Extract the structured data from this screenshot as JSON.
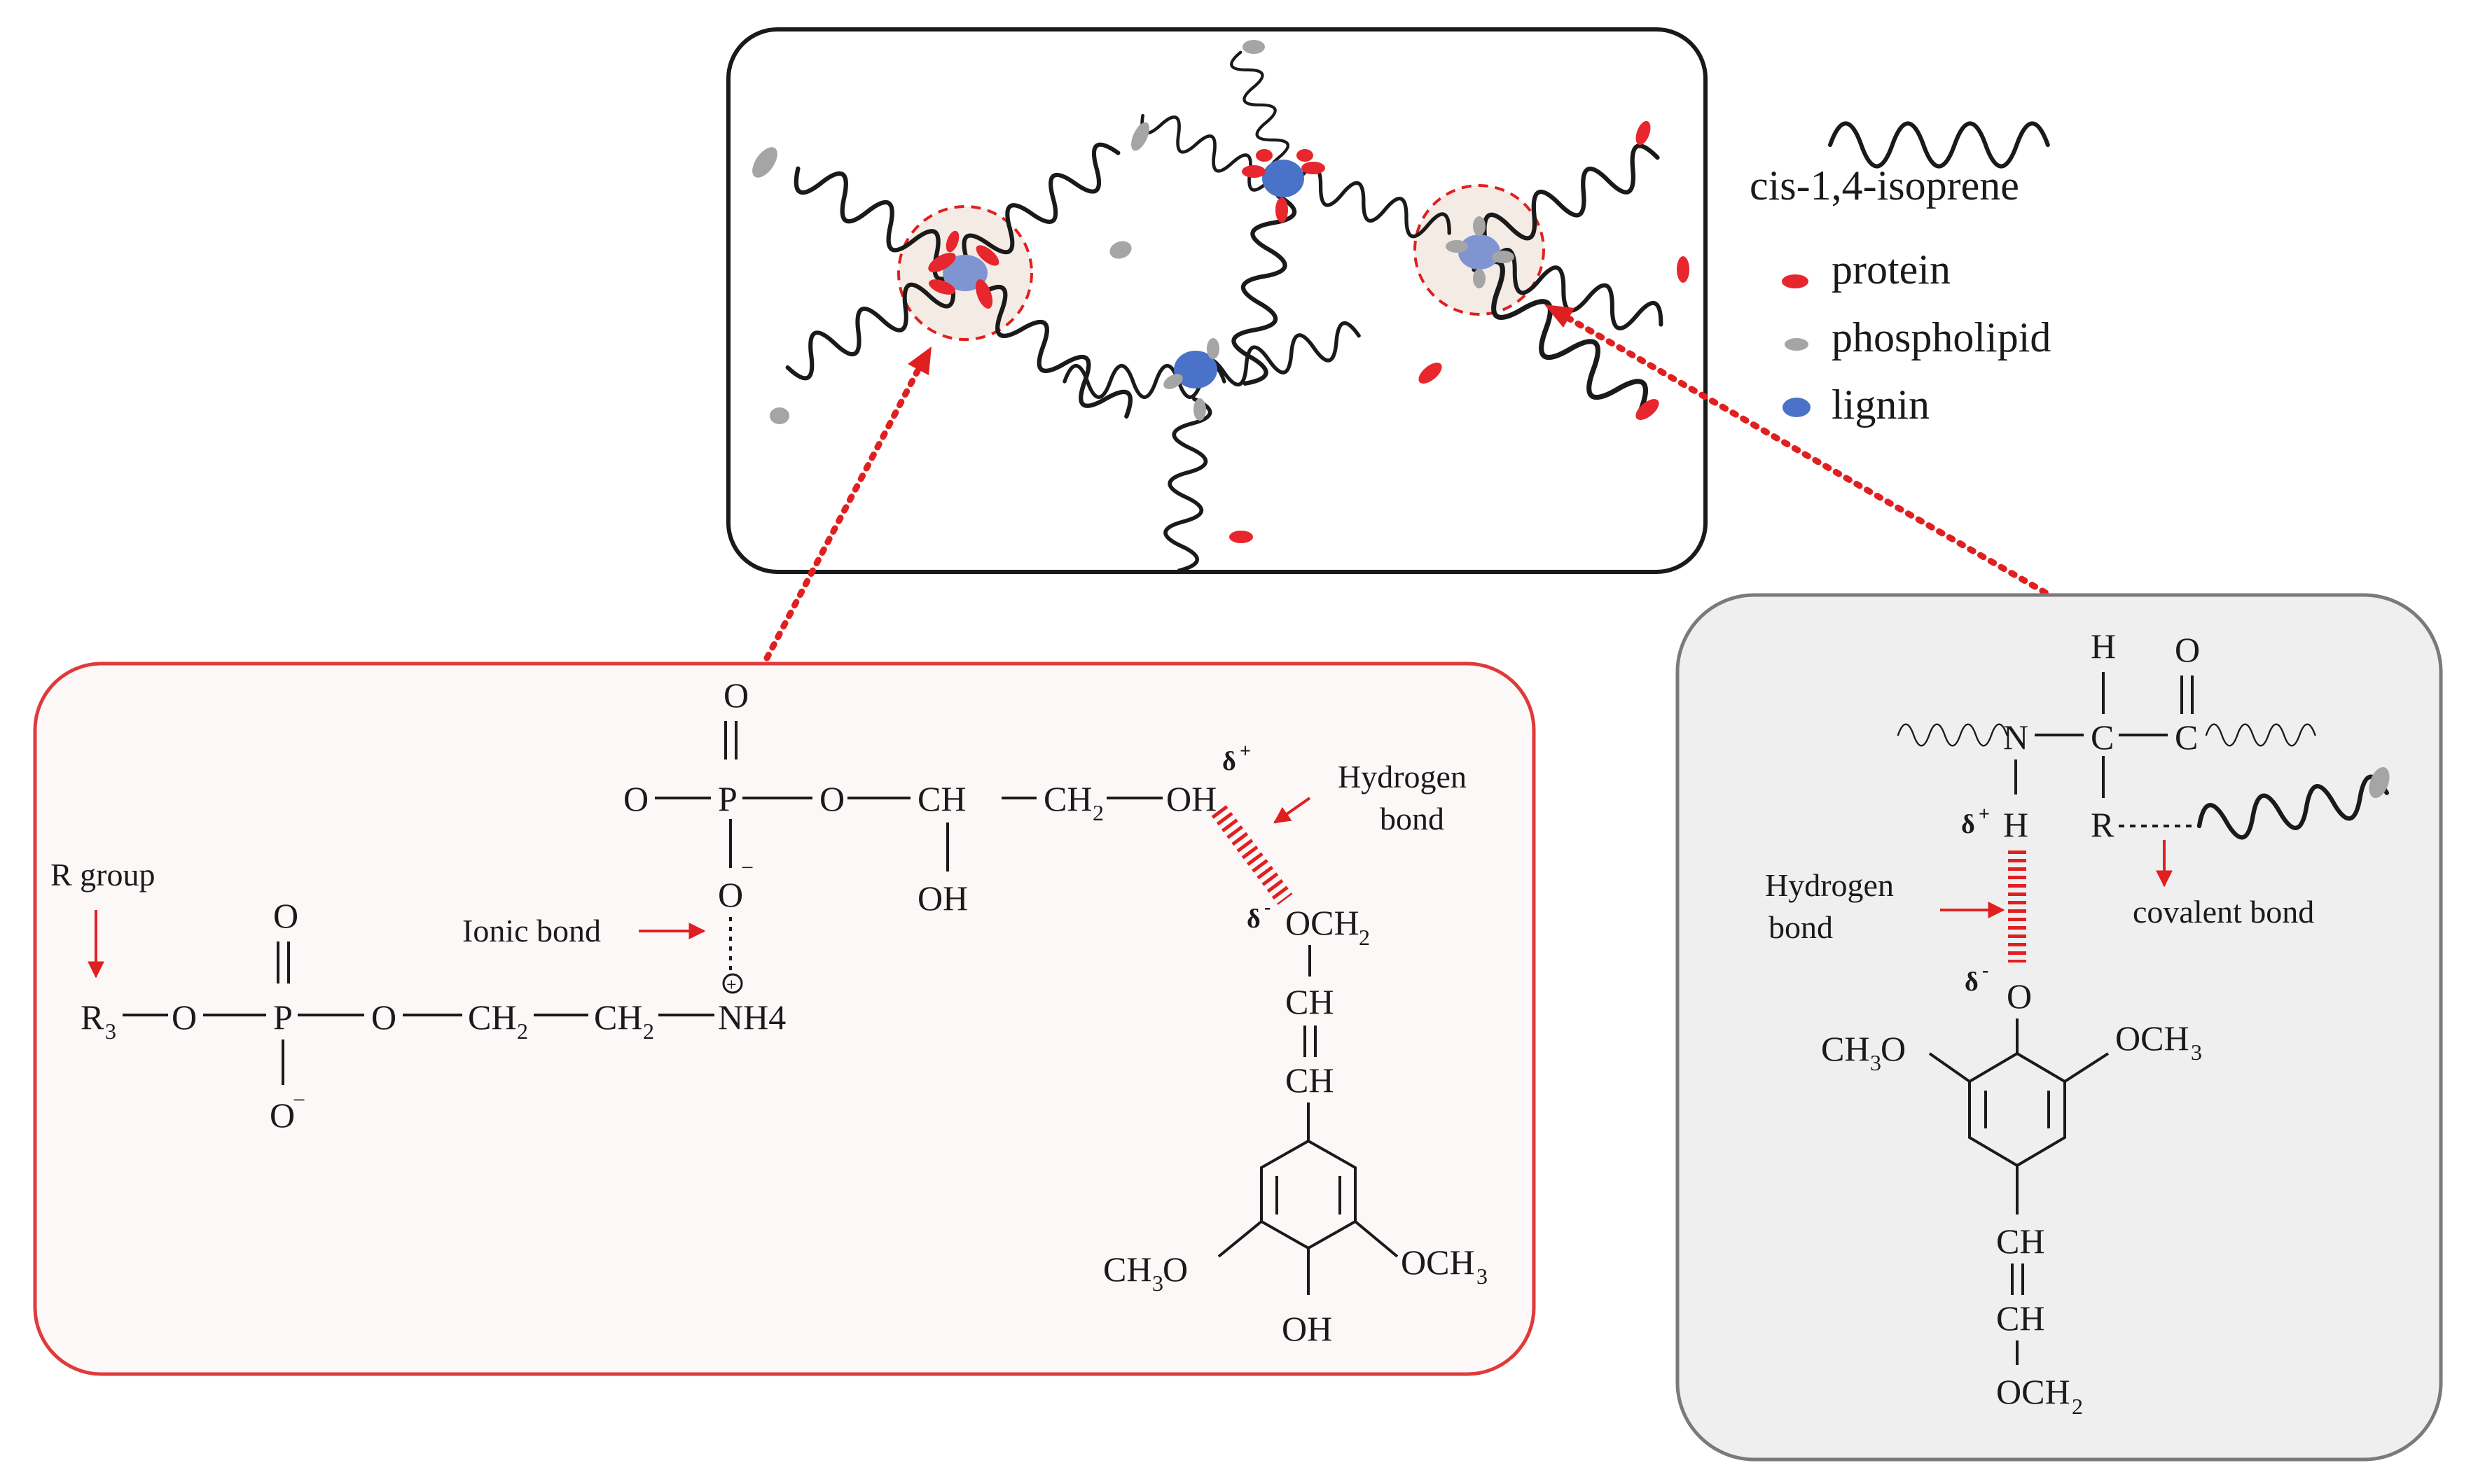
{
  "legend": {
    "isoprene": "cis-1,4-isoprene",
    "protein": "protein",
    "phospholipid": "phospholipid",
    "lignin": "lignin"
  },
  "left_panel": {
    "r_group": "R group",
    "ionic_bond": "Ionic bond",
    "hydrogen_bond_line1": "Hydrogen",
    "hydrogen_bond_line2": "bond",
    "nh4": "NH4"
  },
  "right_panel": {
    "hydrogen_bond_line1": "Hydrogen",
    "hydrogen_bond_line2": "bond",
    "covalent_bond": "covalent bond"
  },
  "colors": {
    "protein": "#e8262d",
    "phospholipid": "#a5a5a5",
    "lignin": "#4a72c8",
    "left_panel_border": "#e03a3a",
    "left_panel_bg": "#fdf8f8",
    "right_panel_bg": "#efefef",
    "arrow": "#e02020"
  }
}
